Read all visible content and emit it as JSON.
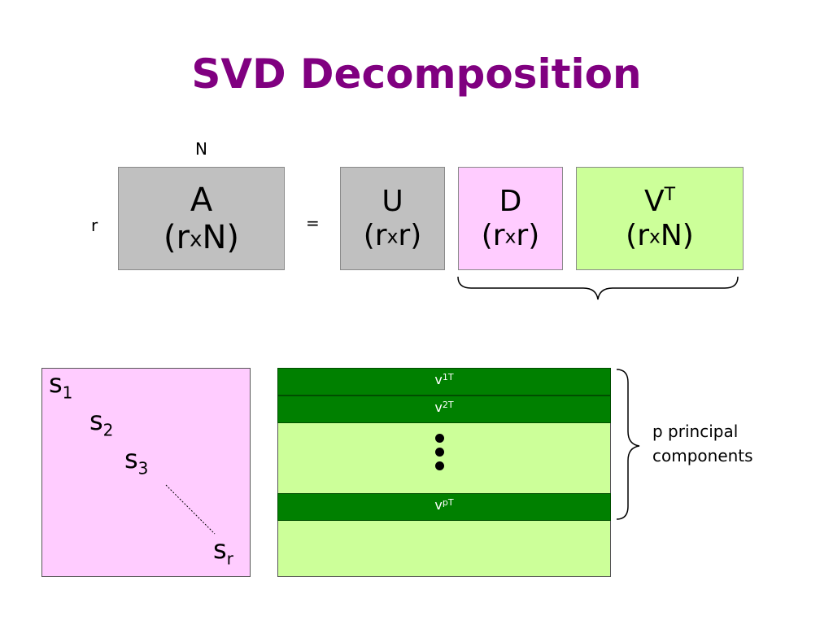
{
  "title": "SVD Decomposition",
  "labels": {
    "n": "N",
    "r": "r",
    "equals": "="
  },
  "matrices": {
    "A": {
      "name": "A",
      "dim_pre": "(r",
      "dim_x": "x",
      "dim_post": "N)",
      "color": "#c0c0c0"
    },
    "U": {
      "name": "U",
      "dim_pre": "(r",
      "dim_x": "x",
      "dim_post": "r)",
      "color": "#c0c0c0"
    },
    "D": {
      "name": "D",
      "dim_pre": "(r",
      "dim_x": "x",
      "dim_post": "r)",
      "color": "#ffccff"
    },
    "V": {
      "name": "V",
      "sup": "T",
      "dim_pre": "(r",
      "dim_x": "x",
      "dim_post": "N)",
      "color": "#ccff99"
    }
  },
  "diagonal": [
    {
      "base": "s",
      "sub": "1"
    },
    {
      "base": "s",
      "sub": "2"
    },
    {
      "base": "s",
      "sub": "3"
    },
    {
      "base": "s",
      "sub": "r"
    }
  ],
  "rows": [
    {
      "base": "v",
      "sub": "1",
      "sup": "T"
    },
    {
      "base": "v",
      "sub": "2",
      "sup": "T"
    },
    {
      "base": "v",
      "sub": "p",
      "sup": "T"
    }
  ],
  "principal": {
    "line1": "p principal",
    "line2": "components"
  },
  "colors": {
    "title": "#800080",
    "row_band": "#008000",
    "pink": "#ffccff",
    "green": "#ccff99",
    "gray": "#c0c0c0"
  }
}
